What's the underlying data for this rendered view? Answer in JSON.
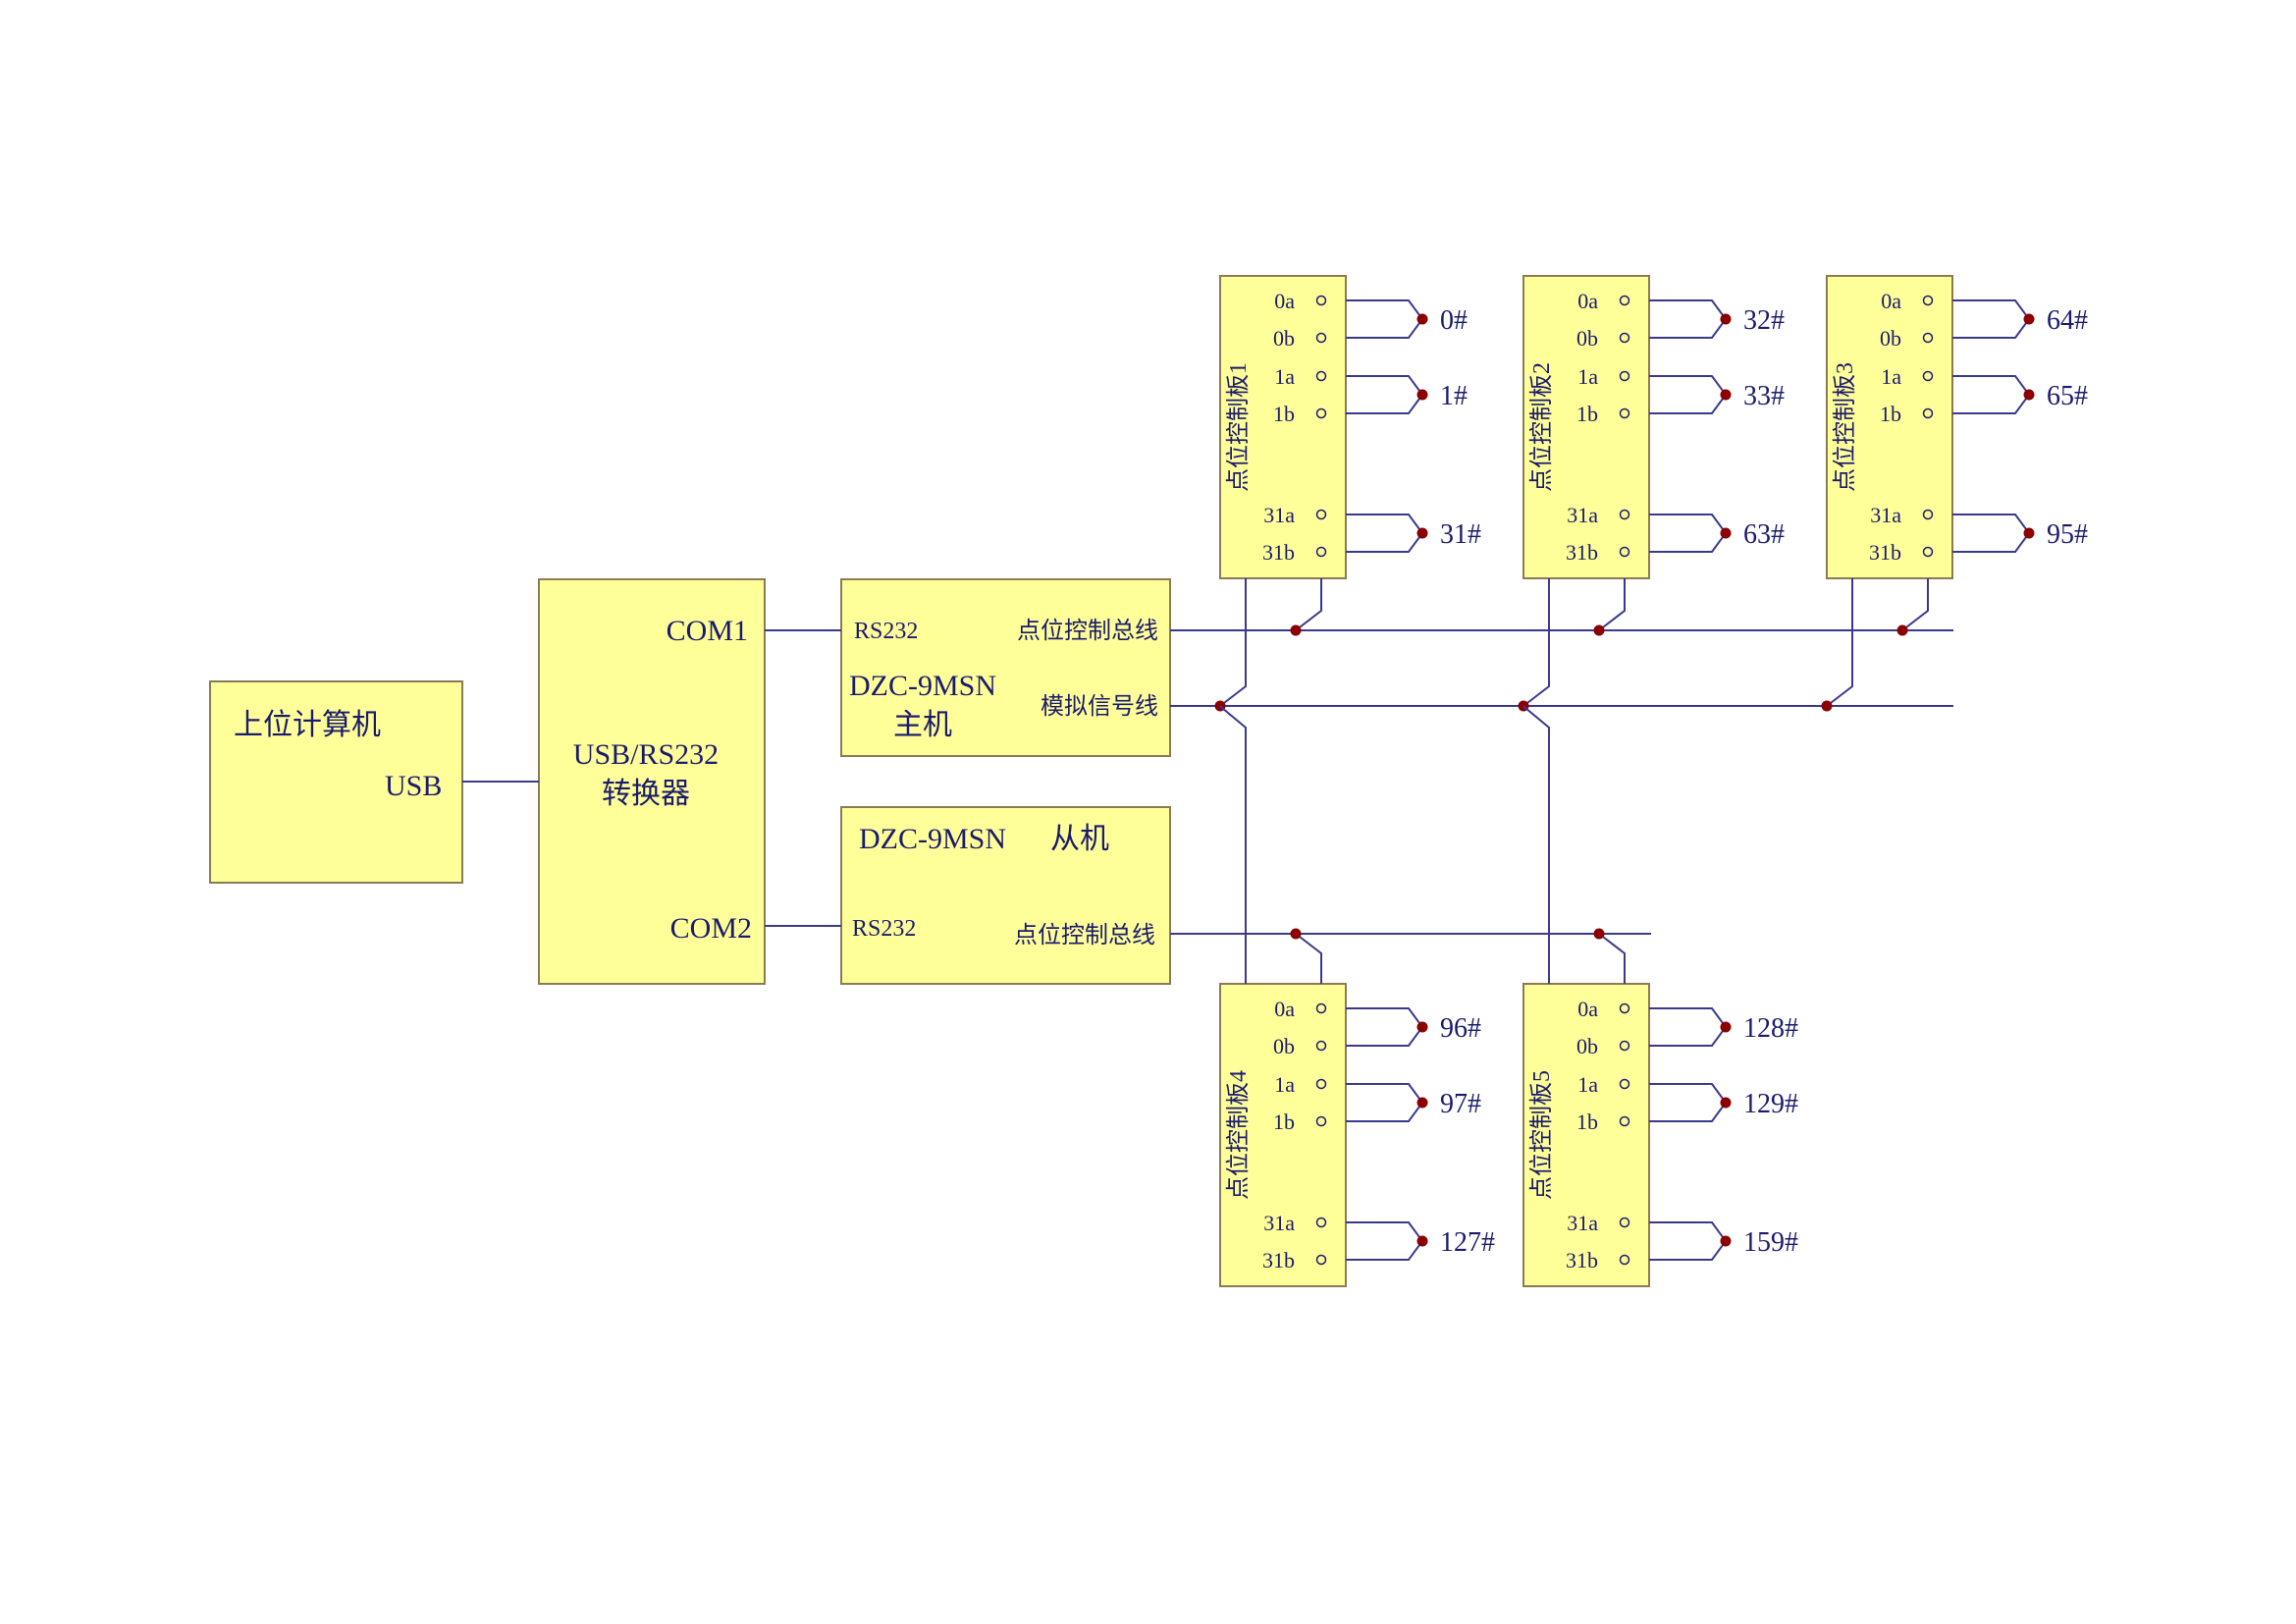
{
  "pc": {
    "title": "上位计算机",
    "port": "USB"
  },
  "converter": {
    "title_line1": "USB/RS232",
    "title_line2": "转换器",
    "port1": "COM1",
    "port2": "COM2"
  },
  "master": {
    "rs232": "RS232",
    "name_line1": "DZC-9MSN",
    "name_line2": "主机",
    "bus_label": "点位控制总线",
    "analog_label": "模拟信号线"
  },
  "slave": {
    "name": "DZC-9MSN",
    "role": "从机",
    "rs232": "RS232",
    "bus_label": "点位控制总线"
  },
  "boards": [
    {
      "title": "点位控制板1",
      "pins": [
        "0a",
        "0b",
        "1a",
        "1b",
        "31a",
        "31b"
      ],
      "outputs": [
        "0#",
        "1#",
        "31#"
      ]
    },
    {
      "title": "点位控制板2",
      "pins": [
        "0a",
        "0b",
        "1a",
        "1b",
        "31a",
        "31b"
      ],
      "outputs": [
        "32#",
        "33#",
        "63#"
      ]
    },
    {
      "title": "点位控制板3",
      "pins": [
        "0a",
        "0b",
        "1a",
        "1b",
        "31a",
        "31b"
      ],
      "outputs": [
        "64#",
        "65#",
        "95#"
      ]
    },
    {
      "title": "点位控制板4",
      "pins": [
        "0a",
        "0b",
        "1a",
        "1b",
        "31a",
        "31b"
      ],
      "outputs": [
        "96#",
        "97#",
        "127#"
      ]
    },
    {
      "title": "点位控制板5",
      "pins": [
        "0a",
        "0b",
        "1a",
        "1b",
        "31a",
        "31b"
      ],
      "outputs": [
        "128#",
        "129#",
        "159#"
      ]
    }
  ],
  "colors": {
    "box_fill": "#ffff99",
    "wire": "#3a3a8c",
    "text": "#1a1a6e",
    "junction": "#8b0000"
  }
}
